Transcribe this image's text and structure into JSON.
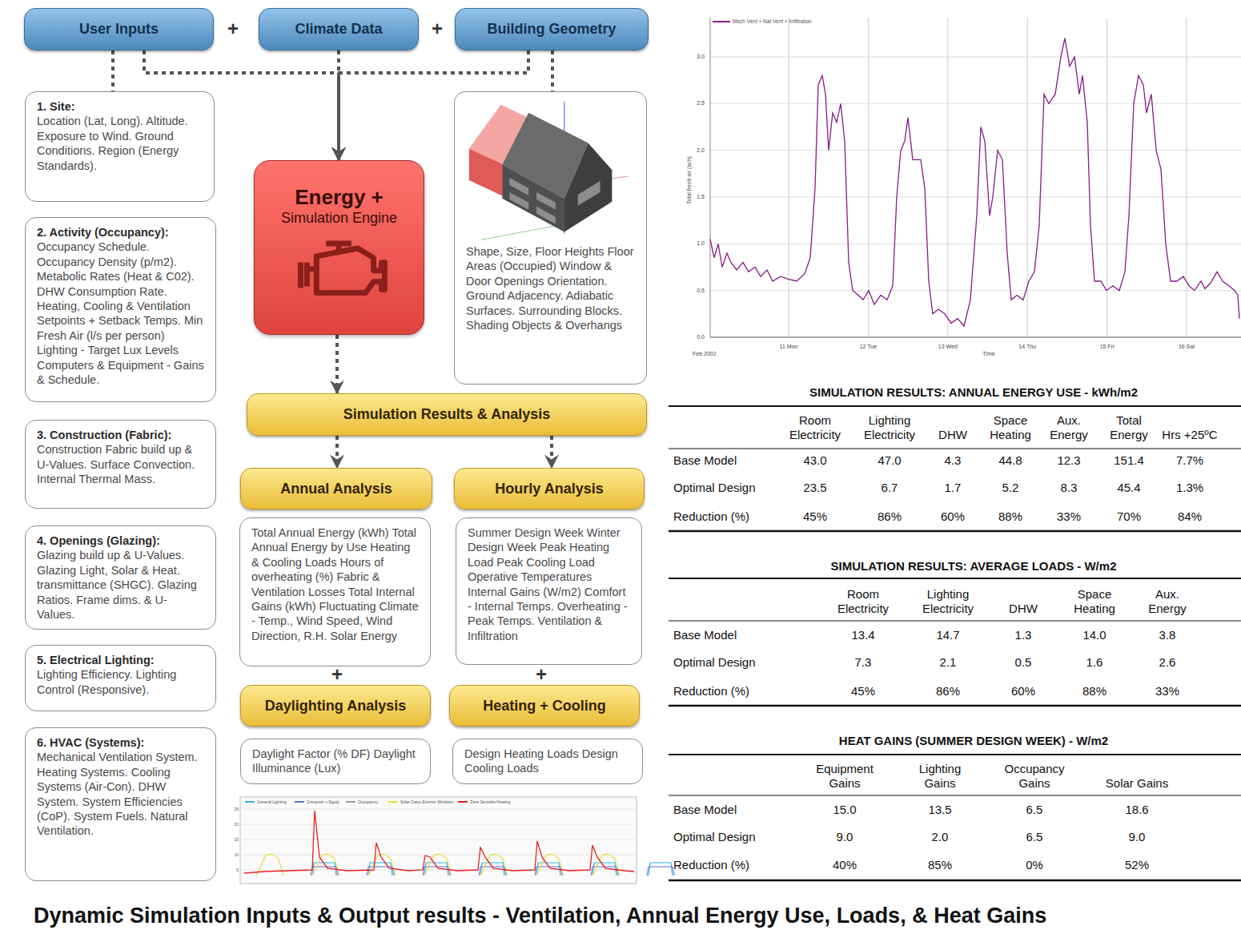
{
  "diagram": {
    "caption": "Dynamic Simulation Inputs & Output results - Ventilation, Annual Energy Use, Loads, & Heat Gains",
    "nodes": [
      {
        "text": [
          "User Inputs"
        ]
      },
      {
        "text": [
          "Climate Data"
        ]
      },
      {
        "text": [
          "Building Geometry"
        ]
      },
      {
        "text": [
          "1. Site:",
          "Location (Lat, Long). Altitude. Exposure to Wind. Ground Conditions. Region (Energy Standards)."
        ]
      },
      {
        "text": [
          "2. Activity (Occupancy):",
          "Occupancy Schedule. Occupancy Density (p/m2). Metabolic Rates (Heat & C02). DHW Consumption Rate. Heating, Cooling & Ventilation Setpoints + Setback Temps. Min Fresh Air (l/s per person) Lighting - Target Lux Levels Computers & Equipment - Gains & Schedule."
        ]
      },
      {
        "text": [
          "3. Construction (Fabric):",
          "Construction Fabric build up & U-Values. Surface Convection. Internal Thermal Mass."
        ]
      },
      {
        "text": [
          "4. Openings (Glazing):",
          "Glazing build up & U-Values. Glazing Light, Solar & Heat. transmittance (SHGC). Glazing Ratios. Frame dims. & U-Values."
        ]
      },
      {
        "text": [
          "5. Electrical Lighting:",
          "Lighting Efficiency. Lighting Control (Responsive)."
        ]
      },
      {
        "text": [
          "6. HVAC (Systems):",
          "Mechanical Ventilation System. Heating Systems. Cooling Systems (Air-Con). DHW System. System Efficiencies (CoP). System Fuels. Natural Ventilation."
        ]
      },
      {
        "text": [
          "Energy +",
          "Simulation Engine"
        ]
      },
      {
        "text": [
          "Shape, Size, Floor Heights Floor Areas (Occupied) Window & Door Openings Orientation. Ground Adjacency. Adiabatic Surfaces. Surrounding Blocks. Shading Objects & Overhangs"
        ]
      },
      {
        "text": [
          "Simulation Results & Analysis"
        ]
      },
      {
        "text": [
          "Annual Analysis"
        ]
      },
      {
        "text": [
          "Hourly Analysis"
        ]
      },
      {
        "text": [
          "Total Annual Energy (kWh) Total Annual Energy by Use Heating & Cooling Loads Hours of overheating (%) Fabric & Ventilation Losses Total Internal Gains (kWh) Fluctuating Climate - Temp., Wind Speed, Wind Direction, R.H. Solar Energy"
        ]
      },
      {
        "text": [
          "Summer Design Week Winter Design Week Peak Heating Load Peak Cooling Load Operative Temperatures Internal Gains (W/m2) Comfort - Internal Temps. Overheating - Peak Temps. Ventilation & Infiltration"
        ]
      },
      {
        "text": [
          "Daylighting Analysis"
        ]
      },
      {
        "text": [
          "Heating + Cooling"
        ]
      },
      {
        "text": [
          "Daylight Factor (% DF) Daylight Illuminance (Lux)"
        ]
      },
      {
        "text": [
          "Design Heating Loads Design Cooling Loads"
        ]
      }
    ],
    "edges": [
      {
        "from": 0,
        "to": 3,
        "arrow": "none"
      },
      {
        "from": 0,
        "to": 9,
        "arrow": "to"
      },
      {
        "from": 1,
        "to": 9,
        "arrow": "to"
      },
      {
        "from": 2,
        "to": 9,
        "arrow": "to"
      },
      {
        "from": 2,
        "to": 10,
        "arrow": "none"
      },
      {
        "from": 9,
        "to": 11,
        "arrow": "to"
      },
      {
        "from": 11,
        "to": 12,
        "arrow": "to"
      },
      {
        "from": 11,
        "to": 13,
        "arrow": "to"
      }
    ],
    "labels": [
      "+",
      "+",
      "+",
      "+",
      "3.0",
      "2.5",
      "2.0",
      "1.5",
      "1.0",
      "0.5",
      "0.0",
      "Feb 2002",
      "11 Mon",
      "12 Tue",
      "13 Wed",
      "14 Thu",
      "15 Fri",
      "16 Sat",
      "Time",
      "Total fresh air (ach)",
      "25",
      "20",
      "15",
      "10",
      "5",
      "SIMULATION RESULTS: ANNUAL ENERGY USE - kWh/m2",
      "Room Electricity",
      "Lighting Electricity",
      "DHW",
      "Space Heating",
      "Aux. Energy",
      "Total Energy",
      "Hrs +25ºC",
      "Base Model",
      "43.0",
      "47.0",
      "4.3",
      "44.8",
      "12.3",
      "151.4",
      "7.7%",
      "Optimal Design",
      "23.5",
      "6.7",
      "1.7",
      "5.2",
      "8.3",
      "45.4",
      "1.3%",
      "Reduction (%)",
      "45%",
      "86%",
      "60%",
      "88%",
      "33%",
      "70%",
      "84%",
      "SIMULATION RESULTS: AVERAGE LOADS - W/m2",
      "Room Electricity",
      "Lighting Electricity",
      "DHW",
      "Space Heating",
      "Aux. Energy",
      "Base Model",
      "13.4",
      "14.7",
      "1.3",
      "14.0",
      "3.8",
      "Optimal Design",
      "7.3",
      "2.1",
      "0.5",
      "1.6",
      "2.6",
      "Reduction (%)",
      "45%",
      "86%",
      "60%",
      "88%",
      "33%",
      "HEAT GAINS (SUMMER DESIGN WEEK) - W/m2",
      "Equipment Gains",
      "Lighting Gains",
      "Occupancy Gains",
      "Solar Gains",
      "Base Model",
      "15.0",
      "13.5",
      "6.5",
      "18.6",
      "Optimal Design",
      "9.0",
      "2.0",
      "6.5",
      "9.0",
      "Reduction (%)",
      "40%",
      "85%",
      "0%",
      "52%"
    ],
    "legend": [
      {
        "text": "Mech Vent + Nat Vent + Infiltration",
        "color": "#8b1a8b"
      },
      {
        "text": "General Lighting",
        "color": "#2bb3e8"
      },
      {
        "text": "Computer + Equip",
        "color": "#5a6fd6"
      },
      {
        "text": "Occupancy",
        "color": "#a0a0a0"
      },
      {
        "text": "Solar Gains Exterior Windows",
        "color": "#e8dc3a"
      },
      {
        "text": "Zone Sensible Heating",
        "color": "#e82020"
      }
    ]
  }
}
